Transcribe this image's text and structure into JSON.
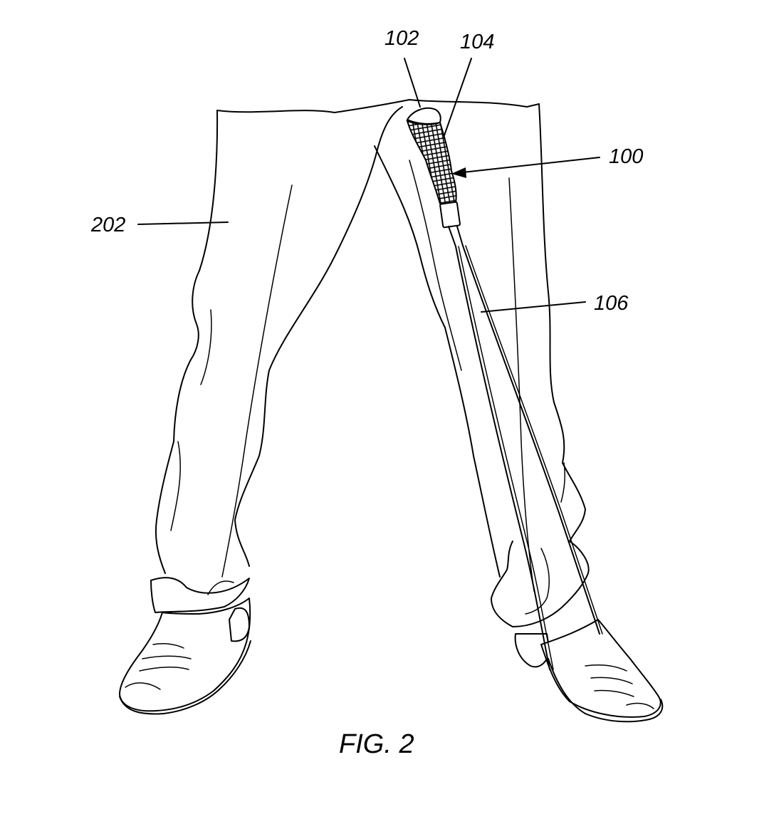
{
  "figure": {
    "caption": "FIG. 2",
    "reference_numerals": {
      "pants": "202",
      "grip_end": "102",
      "grip_sleeve": "104",
      "device": "100",
      "cords": "106"
    }
  },
  "colors": {
    "line": "#000000",
    "background": "#ffffff"
  }
}
